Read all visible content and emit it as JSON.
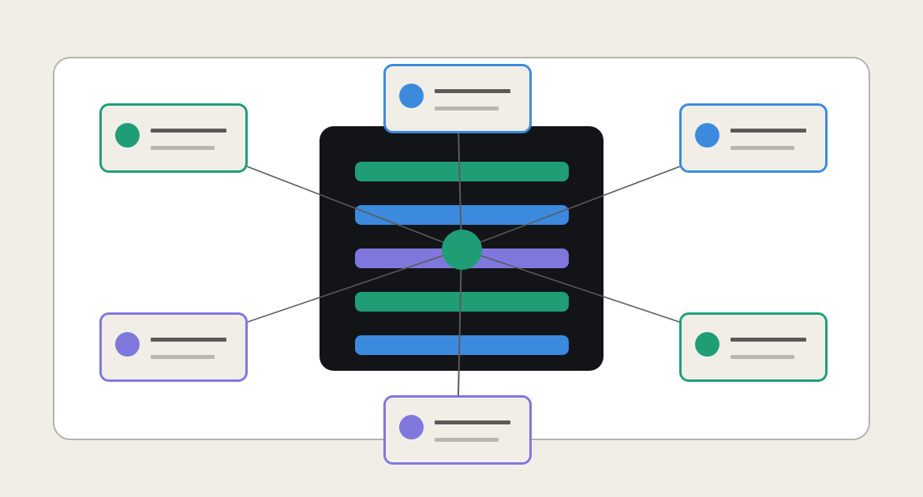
{
  "colors": {
    "background": "#f1eee8",
    "frame": "#ffffff",
    "frame_border": "#b5b2ab",
    "panel": "#131418",
    "green": "#1f9e76",
    "blue": "#3b8ade",
    "purple": "#8077dd",
    "connector": "#5b5a58"
  },
  "panel": {
    "bars": [
      "green",
      "blue",
      "purple",
      "green",
      "blue"
    ]
  },
  "hub": {
    "color": "green"
  },
  "cards": [
    {
      "id": "top",
      "color": "blue"
    },
    {
      "id": "top-left",
      "color": "green"
    },
    {
      "id": "top-right",
      "color": "blue"
    },
    {
      "id": "bottom-left",
      "color": "purple"
    },
    {
      "id": "bottom-right",
      "color": "green"
    },
    {
      "id": "bottom",
      "color": "purple"
    }
  ]
}
